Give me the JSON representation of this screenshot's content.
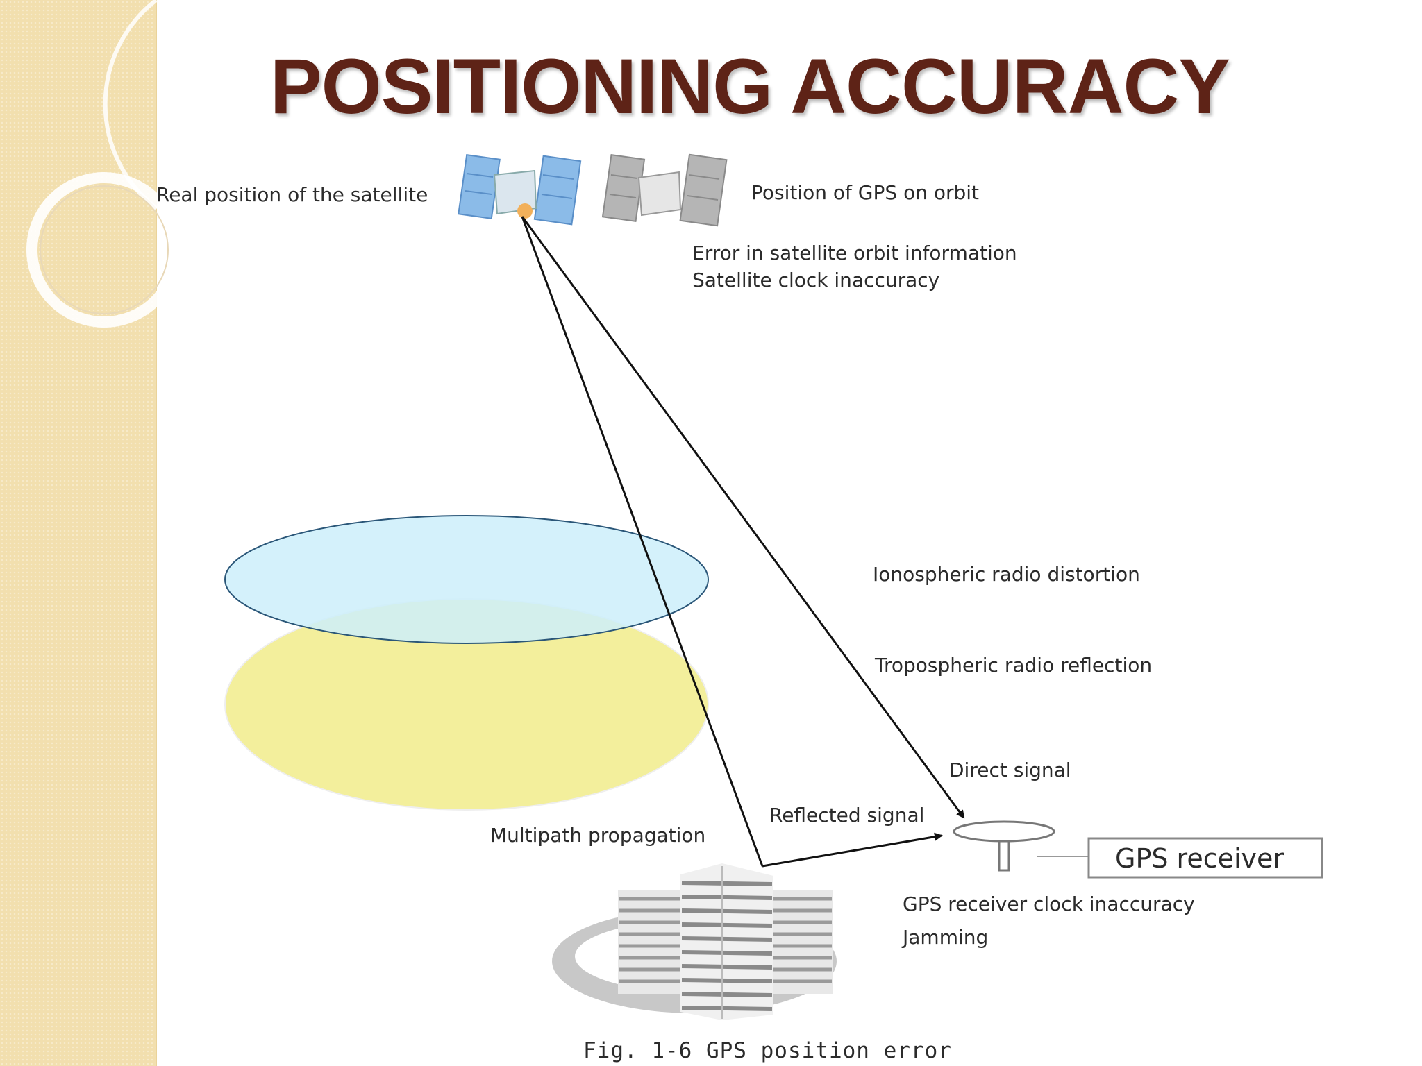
{
  "slide": {
    "title": "POSITIONING ACCURACY"
  },
  "diagram": {
    "labels": {
      "real_position": "Real position of the satellite",
      "gps_orbit_position": "Position of GPS on orbit",
      "orbit_error": "Error in satellite orbit information",
      "clock_inaccuracy": "Satellite clock inaccuracy",
      "ionospheric": "Ionospheric radio distortion",
      "tropospheric": "Tropospheric radio reflection",
      "direct_signal": "Direct signal",
      "reflected_signal": "Reflected signal",
      "multipath": "Multipath propagation",
      "gps_receiver": "GPS receiver",
      "receiver_clock": "GPS receiver clock inaccuracy",
      "jamming": "Jamming"
    },
    "caption": "Fig. 1-6 GPS position error"
  },
  "colors": {
    "title": "#5e2317",
    "sidebar": "#f2dfae",
    "ionosphere": "#cdeefa",
    "troposphere": "#f3ef9c",
    "satellite_real": "#7aaee0",
    "satellite_orbit": "#9a9a9a"
  },
  "icons": [
    "satellite-real-icon",
    "satellite-orbit-icon",
    "antenna-icon",
    "building-icon"
  ]
}
